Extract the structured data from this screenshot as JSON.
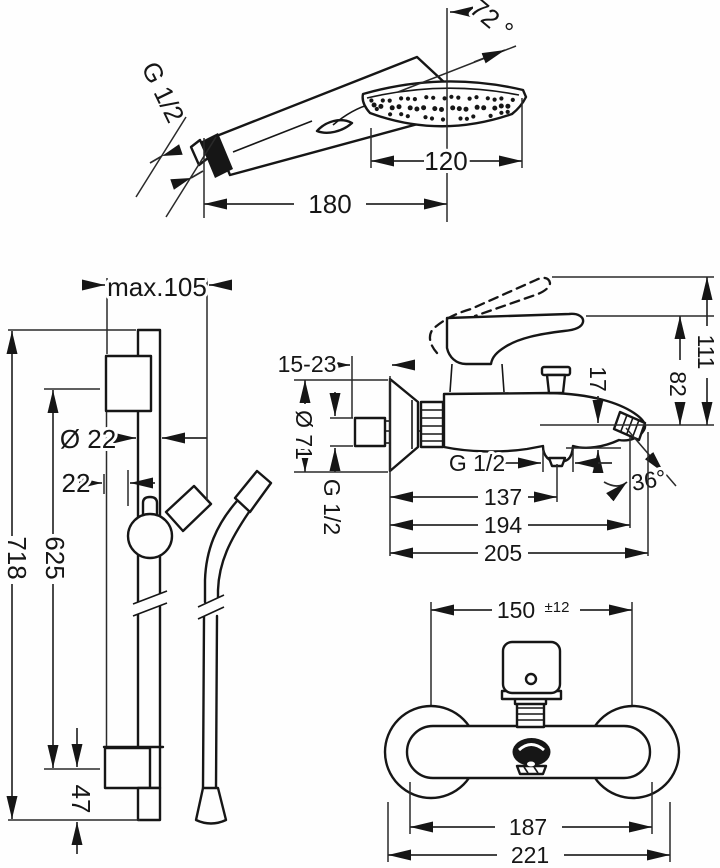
{
  "drawing": {
    "title": "shower-set-dimension-drawing",
    "hand_shower": {
      "angle_deg": "72 °",
      "spray_width_mm": "120",
      "length_mm": "180",
      "thread": "G 1/2"
    },
    "shower_bar": {
      "max_wall_clearance": "max.105",
      "bar_diameter": "Ø 22",
      "wall_offset_mm": "22",
      "total_height_mm": "718",
      "slide_travel_mm": "625",
      "lower_section_mm": "47"
    },
    "mixer_side": {
      "mount_depth_range": "15-23",
      "escutcheon_diameter": "Ø 71",
      "inlet_thread": "G 1/2",
      "outlet_thread": "G 1/2",
      "spout_drop_mm": "17",
      "handle_height_mm": "82",
      "handle_open_height_mm": "111",
      "spout_angle": "36°",
      "port_distance_mm": "137",
      "reach_mm": "194",
      "total_reach_mm": "205"
    },
    "mixer_front": {
      "connection_spacing_mm": "150",
      "spacing_tolerance": "±12",
      "body_width_mm": "187",
      "overall_width_mm": "221"
    }
  }
}
